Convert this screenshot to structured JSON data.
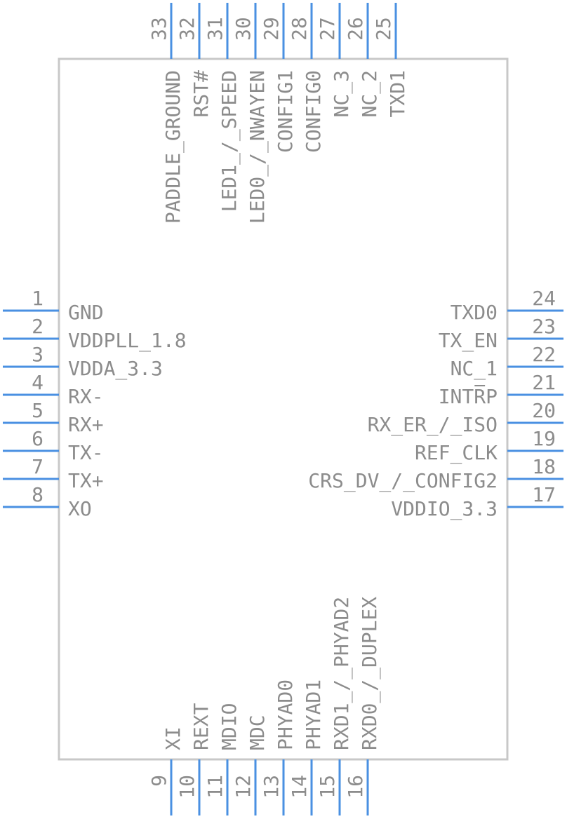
{
  "component": {
    "left_pins": [
      {
        "number": "1",
        "label": "GND"
      },
      {
        "number": "2",
        "label": "VDDPLL_1.8"
      },
      {
        "number": "3",
        "label": "VDDA_3.3"
      },
      {
        "number": "4",
        "label": "RX-"
      },
      {
        "number": "5",
        "label": "RX+"
      },
      {
        "number": "6",
        "label": "TX-"
      },
      {
        "number": "7",
        "label": "TX+"
      },
      {
        "number": "8",
        "label": "XO"
      }
    ],
    "right_pins": [
      {
        "number": "24",
        "label": "TXD0"
      },
      {
        "number": "23",
        "label": "TX_EN"
      },
      {
        "number": "22",
        "label": "NC_1"
      },
      {
        "number": "21",
        "label": "INTRP",
        "overline": "R"
      },
      {
        "number": "20",
        "label": "RX_ER_/_ISO"
      },
      {
        "number": "19",
        "label": "REF_CLK"
      },
      {
        "number": "18",
        "label": "CRS_DV_/_CONFIG2"
      },
      {
        "number": "17",
        "label": "VDDIO_3.3"
      }
    ],
    "top_pins": [
      {
        "number": "33",
        "label": "PADDLE_GROUND"
      },
      {
        "number": "32",
        "label": "RST#"
      },
      {
        "number": "31",
        "label": "LED1_/_SPEED"
      },
      {
        "number": "30",
        "label": "LED0_/_NWAYEN"
      },
      {
        "number": "29",
        "label": "CONFIG1"
      },
      {
        "number": "28",
        "label": "CONFIG0"
      },
      {
        "number": "27",
        "label": "NC_3"
      },
      {
        "number": "26",
        "label": "NC_2"
      },
      {
        "number": "25",
        "label": "TXD1"
      }
    ],
    "bottom_pins": [
      {
        "number": "9",
        "label": "XI"
      },
      {
        "number": "10",
        "label": "REXT"
      },
      {
        "number": "11",
        "label": "MDIO"
      },
      {
        "number": "12",
        "label": "MDC"
      },
      {
        "number": "13",
        "label": "PHYAD0"
      },
      {
        "number": "14",
        "label": "PHYAD1"
      },
      {
        "number": "15",
        "label": "RXD1_/_PHYAD2"
      },
      {
        "number": "16",
        "label": "RXD0_/_DUPLEX"
      }
    ]
  }
}
